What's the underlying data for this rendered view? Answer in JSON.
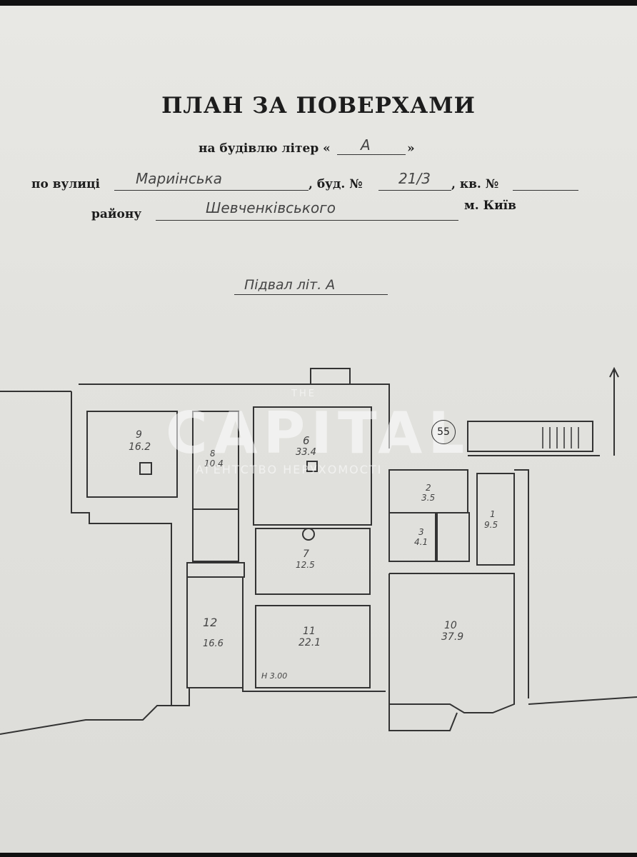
{
  "header": {
    "title": "ПЛАН ЗА ПОВЕРХАМИ",
    "building_label": "на будівлю літер «",
    "building_close": "»",
    "building_value": "А",
    "street_label": "по вулиці",
    "street_value": "Мариінська",
    "house_label": ", буд. №",
    "house_value": "21/3",
    "apt_label": ", кв. №",
    "district_label": "району",
    "district_value": "Шевченківського",
    "city_label": "м. Київ"
  },
  "floor_label": "Підвал літ. А",
  "watermark": {
    "small": "THE",
    "brand": "CAPITAL",
    "tagline": "АГЕНТСТВО НЕРУХОМОСТІ",
    "badge": "55"
  },
  "rooms": [
    {
      "num": "9",
      "area": "16.2"
    },
    {
      "num": "8",
      "area": "10.4"
    },
    {
      "num": "6",
      "area": "33.4"
    },
    {
      "num": "7",
      "area": "12.5"
    },
    {
      "num": "2",
      "area": "3.5"
    },
    {
      "num": "3",
      "area": "4.1"
    },
    {
      "num": "1",
      "area": "9.5"
    },
    {
      "num": "12",
      "area": "16.6"
    },
    {
      "num": "11",
      "area": "22.1"
    },
    {
      "num": "10",
      "area": "37.9"
    }
  ],
  "height_note": "H 3.00"
}
